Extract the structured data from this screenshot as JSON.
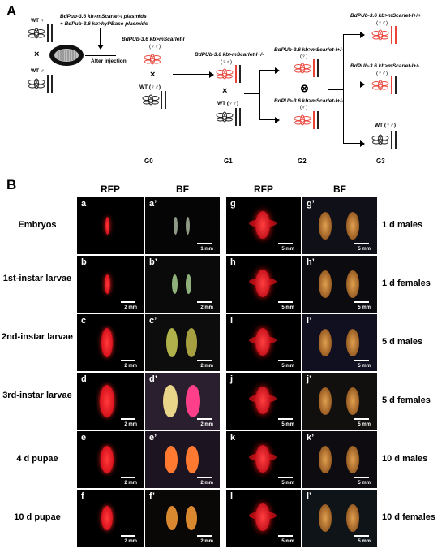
{
  "panel_a": {
    "label": "A",
    "wt_female": "WT ♀",
    "wt_male": "WT ♂",
    "cross": "×",
    "plasmid_line1": "BdPub-3.6 kb>mScarlet-I plasmids",
    "plasmid_line2": "+ BdPub-3.6 kb>hyPBase plasmids",
    "after_injection": "After injection",
    "g0_construct": "BdPUb-3.6 kb>mScarlet-I",
    "g0_sex": "(♀♂)",
    "g0_wt": "WT (♀♂)",
    "g1_construct": "BdPUb-3.6 kb>mScarlet-I+/-",
    "g1_sex": "(♀♂)",
    "g1_wt": "WT (♀♂)",
    "g2_top_construct": "BdPUb-3.6 kb>mScarlet-I+/-",
    "g2_top_sex": "(♀)",
    "g2_cross": "⊗",
    "g2_bottom_construct": "BdPUb-3.6 kb>mScarlet-I+/-",
    "g2_bottom_sex": "(♂)",
    "g3_top_construct": "BdPUb-3.6 kb>mScarlet-I+/+",
    "g3_top_sex": "(♀♂)",
    "g3_mid_construct": "BdPUb-3.6 kb>mScarlet-I+/-",
    "g3_mid_sex": "(♀♂)",
    "g3_wt": "WT (♀♂)",
    "generations": [
      "G0",
      "G1",
      "G2",
      "G3"
    ]
  },
  "panel_b": {
    "label": "B",
    "col_headers": [
      "RFP",
      "BF",
      "RFP",
      "BF"
    ],
    "left_rows": [
      {
        "label": "Embryos",
        "rfp": "a",
        "bf": "a’",
        "scale": "1 mm"
      },
      {
        "label": "1st-instar larvae",
        "rfp": "b",
        "bf": "b’",
        "scale": "2 mm"
      },
      {
        "label": "2nd-instar larvae",
        "rfp": "c",
        "bf": "c’",
        "scale": "2 mm"
      },
      {
        "label": "3rd-instar larvae",
        "rfp": "d",
        "bf": "d’",
        "scale": "2 mm"
      },
      {
        "label": "4 d pupae",
        "rfp": "e",
        "bf": "e’",
        "scale": "2 mm"
      },
      {
        "label": "10 d pupae",
        "rfp": "f",
        "bf": "f’",
        "scale": "2 mm"
      }
    ],
    "right_rows": [
      {
        "label": "1 d males",
        "rfp": "g",
        "bf": "g’",
        "scale": "5 mm"
      },
      {
        "label": "1 d females",
        "rfp": "h",
        "bf": "h’",
        "scale": "5 mm"
      },
      {
        "label": "5 d males",
        "rfp": "i",
        "bf": "i’",
        "scale": "5 mm"
      },
      {
        "label": "5 d females",
        "rfp": "j",
        "bf": "j’",
        "scale": "5 mm"
      },
      {
        "label": "10 d males",
        "rfp": "k",
        "bf": "k’",
        "scale": "5 mm"
      },
      {
        "label": "10 d females",
        "rfp": "l",
        "bf": "l’",
        "scale": "5 mm"
      }
    ]
  },
  "colors": {
    "rfp_red": "#e0141e",
    "transgenic_red": "#e8443a",
    "wt_black": "#222222"
  }
}
